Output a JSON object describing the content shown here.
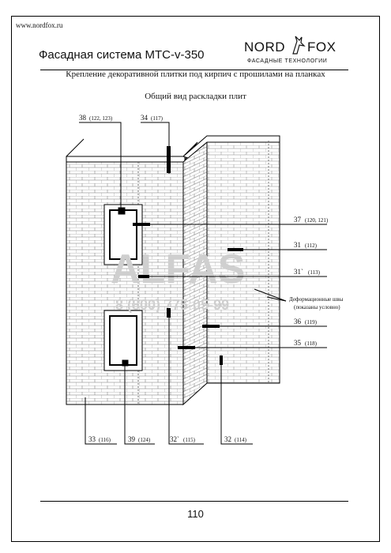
{
  "header": {
    "site": "www.nordfox.ru",
    "title": "Фасадная система МТС-v-350",
    "logo_left": "NORD",
    "logo_right": "FOX",
    "logo_sub": "ФАСАДНЫЕ ТЕХНОЛОГИИ"
  },
  "subtitle": "Крепление декоративной плитки под кирпич с прошилами на планках",
  "view_title": "Общий вид раскладки плит",
  "watermark": {
    "brand": "ALFAS",
    "phone": "8 (800) 775-05-99"
  },
  "callouts": {
    "c38": {
      "num": "38",
      "ref": "(122, 123)"
    },
    "c34": {
      "num": "34",
      "ref": "(117)"
    },
    "c37": {
      "num": "37",
      "ref": "(120, 121)"
    },
    "c31": {
      "num": "31",
      "ref": "(112)"
    },
    "c31p": {
      "num": "31`",
      "ref": "(113)"
    },
    "c36": {
      "num": "36",
      "ref": "(119)"
    },
    "c35": {
      "num": "35",
      "ref": "(118)"
    },
    "c33": {
      "num": "33",
      "ref": "(116)"
    },
    "c39": {
      "num": "39",
      "ref": "(124)"
    },
    "c32p": {
      "num": "32`",
      "ref": "(115)"
    },
    "c32": {
      "num": "32",
      "ref": "(114)"
    }
  },
  "deformation": {
    "line1": "Деформационные швы",
    "line2": "(показаны условно)"
  },
  "page_number": "110"
}
